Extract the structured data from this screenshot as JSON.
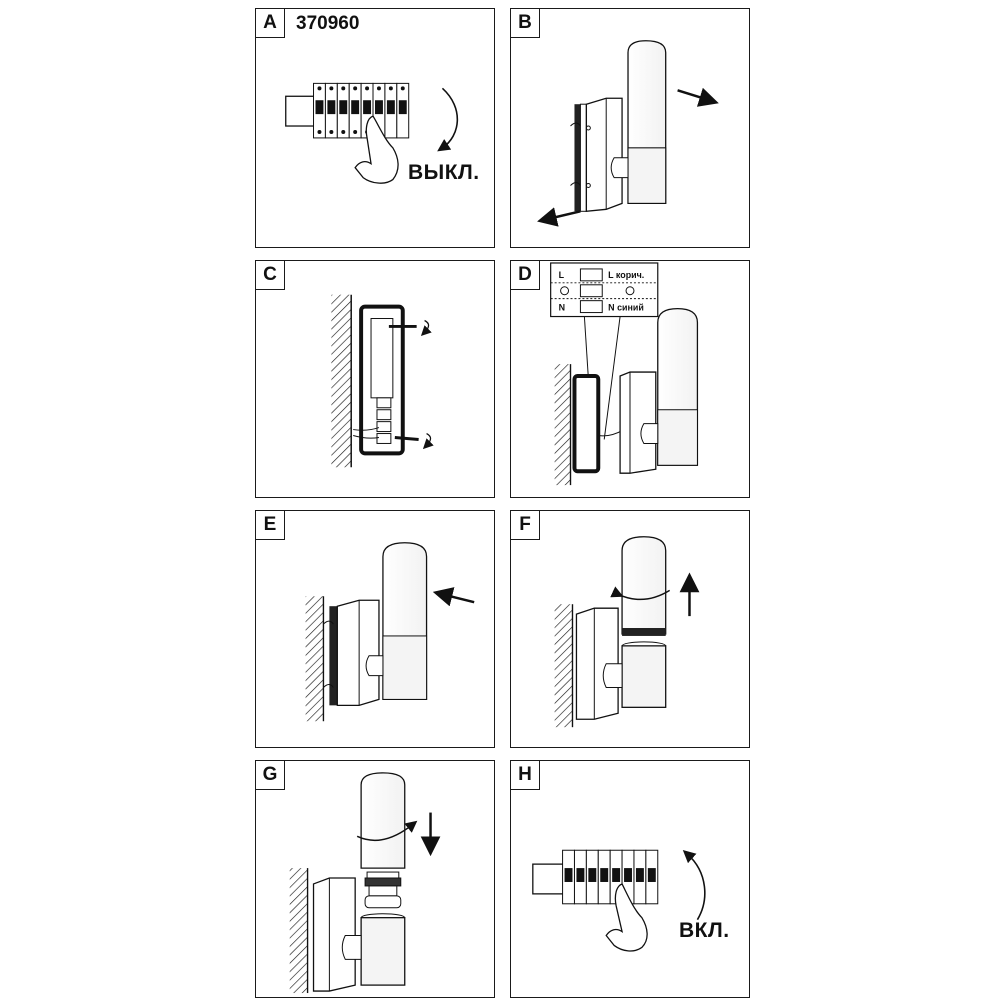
{
  "panels": {
    "A": {
      "letter": "A",
      "code": "370960",
      "caption": "ВЫКЛ."
    },
    "B": {
      "letter": "B"
    },
    "C": {
      "letter": "C"
    },
    "D": {
      "letter": "D",
      "wiring": {
        "l_left": "L",
        "l_right": "L корич.",
        "n_left": "N",
        "n_right": "N синий"
      }
    },
    "E": {
      "letter": "E"
    },
    "F": {
      "letter": "F"
    },
    "G": {
      "letter": "G"
    },
    "H": {
      "letter": "H",
      "caption": "ВКЛ."
    }
  },
  "colors": {
    "line": "#1a1a1a",
    "background": "#ffffff"
  }
}
